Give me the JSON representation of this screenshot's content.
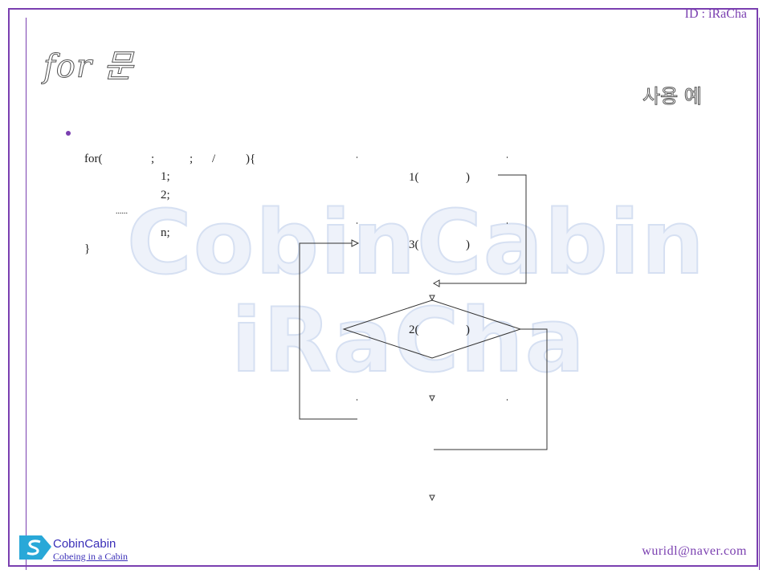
{
  "header": {
    "id_label": "ID : iRaCha",
    "title": "for 문",
    "subtitle": "사용 예"
  },
  "watermark": {
    "line1": "CobinCabin",
    "line2": "iRaCha"
  },
  "code": {
    "line1": "for(",
    "semi1": ";",
    "semi2": ";",
    "slash": "/",
    "close": "){",
    "stmt1": "1;",
    "stmt2": "2;",
    "dots": "......",
    "stmtn": "n;",
    "brace": "}"
  },
  "flow": {
    "box1": "1(",
    "box1_close": ")",
    "box3": "3(",
    "box3_close": ")",
    "diamond": "2(",
    "diamond_close": ")"
  },
  "footer": {
    "brand": "CobinCabin",
    "tagline": "Cobeing in a Cabin",
    "email": "wuridl@naver.com"
  },
  "colors": {
    "frame": "#7a3fb0",
    "brand": "#3a2fb8",
    "logo": "#29a8d8"
  }
}
